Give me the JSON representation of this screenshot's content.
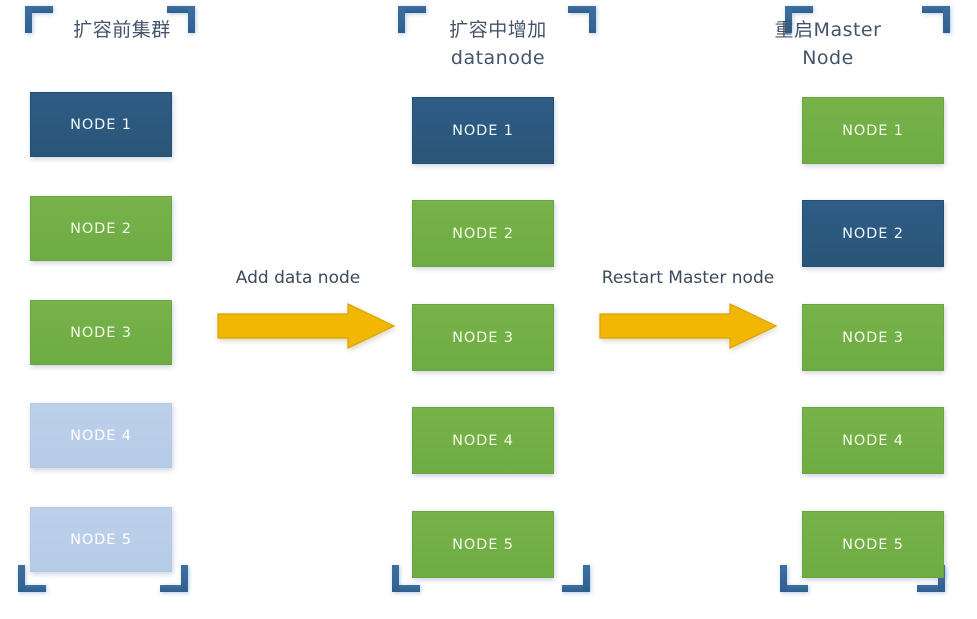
{
  "diagram": {
    "title_semantic": "cluster-scaling-flow",
    "background_color": "#ffffff",
    "colors": {
      "master_blue": "#2e5c85",
      "active_green": "#77b24a",
      "inactive_pale_blue": "#bdd0ea",
      "arrow_amber": "#f2b705",
      "bracket_blue": "#3f6f9f",
      "title_text": "#44546a",
      "label_text": "#3b4a5c"
    }
  },
  "panels": [
    {
      "id": "before-scaling",
      "title": "扩容前集群",
      "nodes": [
        {
          "label": "NODE 1",
          "state": "blue"
        },
        {
          "label": "NODE 2",
          "state": "green"
        },
        {
          "label": "NODE 3",
          "state": "green"
        },
        {
          "label": "NODE 4",
          "state": "pale"
        },
        {
          "label": "NODE 5",
          "state": "pale"
        }
      ]
    },
    {
      "id": "adding-datanode",
      "title": "扩容中增加\ndatanode",
      "nodes": [
        {
          "label": "NODE 1",
          "state": "blue"
        },
        {
          "label": "NODE 2",
          "state": "green"
        },
        {
          "label": "NODE 3",
          "state": "green"
        },
        {
          "label": "NODE 4",
          "state": "green"
        },
        {
          "label": "NODE 5",
          "state": "green"
        }
      ]
    },
    {
      "id": "restart-master",
      "title": "重启Master\nNode",
      "nodes": [
        {
          "label": "NODE 1",
          "state": "green"
        },
        {
          "label": "NODE 2",
          "state": "blue"
        },
        {
          "label": "NODE 3",
          "state": "green"
        },
        {
          "label": "NODE 4",
          "state": "green"
        },
        {
          "label": "NODE 5",
          "state": "green"
        }
      ]
    }
  ],
  "arrows": [
    {
      "id": "arrow-add-data-node",
      "label": "Add data node"
    },
    {
      "id": "arrow-restart-master-node",
      "label": "Restart Master node"
    }
  ]
}
